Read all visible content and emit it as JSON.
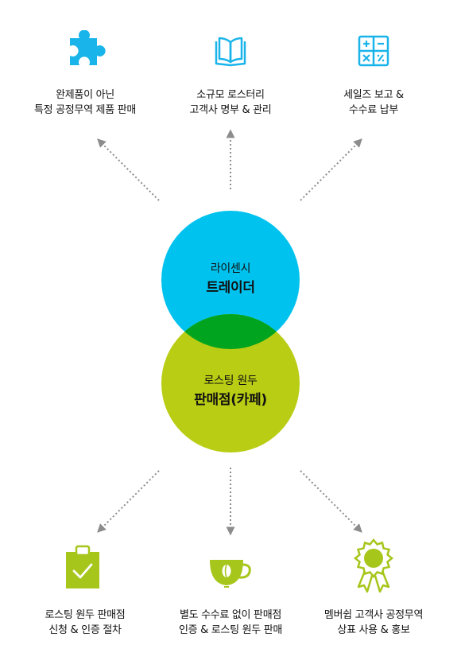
{
  "colors": {
    "trader": "#00c2ee",
    "shop": "#b9cd14",
    "overlap": "#00a41e",
    "icon_top": "#19b4ea",
    "icon_bottom": "#a6c61b",
    "arrow": "#8c8c8c"
  },
  "center": {
    "trader": {
      "line1": "라이센시",
      "line2": "트레이더"
    },
    "shop": {
      "line1": "로스팅 원두",
      "line2": "판매점(카페)"
    }
  },
  "top_items": [
    {
      "icon": "puzzle-icon",
      "line1": "완제품이 아닌",
      "line2": "특정 공정무역 제품 판매"
    },
    {
      "icon": "book-icon",
      "line1": "소규모 로스터리",
      "line2": "고객사 명부 & 관리"
    },
    {
      "icon": "calculator-icon",
      "line1": "세일즈 보고 &",
      "line2": "수수료 납부"
    }
  ],
  "bottom_items": [
    {
      "icon": "clipboard-check-icon",
      "line1": "로스팅 원두 판매점",
      "line2": "신청 & 인증 절차"
    },
    {
      "icon": "coffee-cup-icon",
      "line1": "별도 수수료 없이 판매점",
      "line2": "인증 & 로스팅 원두 판매"
    },
    {
      "icon": "award-badge-icon",
      "line1": "멤버쉽 고객사 공정무역",
      "line2": "상표 사용 & 홍보"
    }
  ]
}
